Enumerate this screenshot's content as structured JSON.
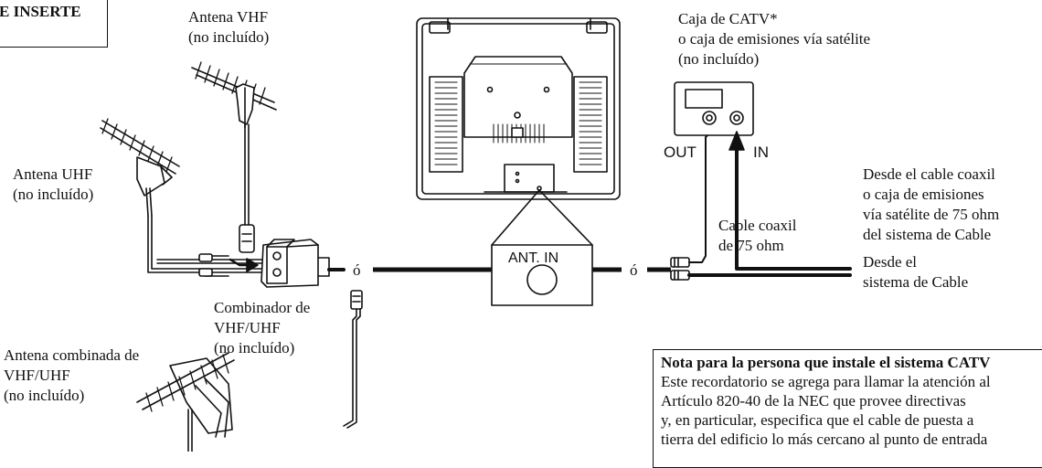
{
  "corner_label": "E INSERTE",
  "labels": {
    "vhf_antenna": [
      "Antena VHF",
      "(no incluído)"
    ],
    "uhf_antenna": [
      "Antena UHF",
      "(no incluído)"
    ],
    "combiner": [
      "Combinador de",
      "VHF/UHF",
      "(no incluído)"
    ],
    "combo_antenna": [
      "Antena combinada de",
      "VHF/UHF",
      "(no incluído)"
    ],
    "catv_box": [
      "Caja de CATV*",
      "o caja de emisiones vía satélite",
      "(no incluído)"
    ],
    "from_coax": [
      "Desde el cable coaxil",
      "o caja de emisiones",
      "vía satélite de 75 ohm",
      "del sistema de Cable"
    ],
    "coax_75": [
      "Cable coaxil",
      "de 75 ohm"
    ],
    "from_cable": [
      "Desde el",
      "sistema de Cable"
    ],
    "out": "OUT",
    "in": "IN",
    "ant_in": "ANT. IN",
    "or_left": "ó",
    "or_right": "ó"
  },
  "note": {
    "title": "Nota para la persona que instale el sistema CATV",
    "lines": [
      "Este recordatorio se agrega para llamar la atención al",
      "Artículo 820-40 de la NEC que provee directivas",
      "y, en particular, especifica que el cable de puesta a",
      "tierra del edificio lo más cercano al punto de entrada"
    ]
  }
}
